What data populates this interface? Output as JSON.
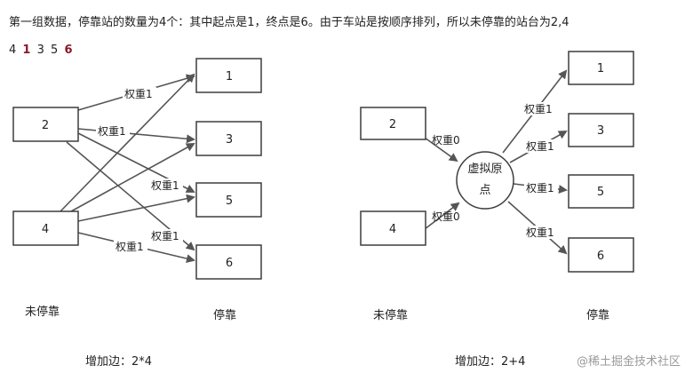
{
  "intro": "第一组数据，停靠站的数量为4个：其中起点是1，终点是6。由于车站是按顺序排列，所以未停靠的站台为2,4",
  "order": [
    "4",
    "1",
    "3",
    "5",
    "6"
  ],
  "left": {
    "sources": [
      "2",
      "4"
    ],
    "targets": [
      "1",
      "3",
      "5",
      "6"
    ],
    "edge_label": "权重1",
    "caption_unstop": "未停靠",
    "caption_stop": "停靠",
    "add_edges": "增加边：2*4"
  },
  "right": {
    "sources": [
      "2",
      "4"
    ],
    "virtual_node": [
      "虚拟原",
      "点"
    ],
    "targets": [
      "1",
      "3",
      "5",
      "6"
    ],
    "in_label": "权重0",
    "out_label": "权重1",
    "caption_unstop": "未停靠",
    "caption_stop": "停靠",
    "add_edges": "增加边：2+4"
  },
  "watermark": "@稀土掘金技术社区",
  "colors": {
    "highlight": "#8b1a2b",
    "stroke": "#3d3d3d"
  }
}
